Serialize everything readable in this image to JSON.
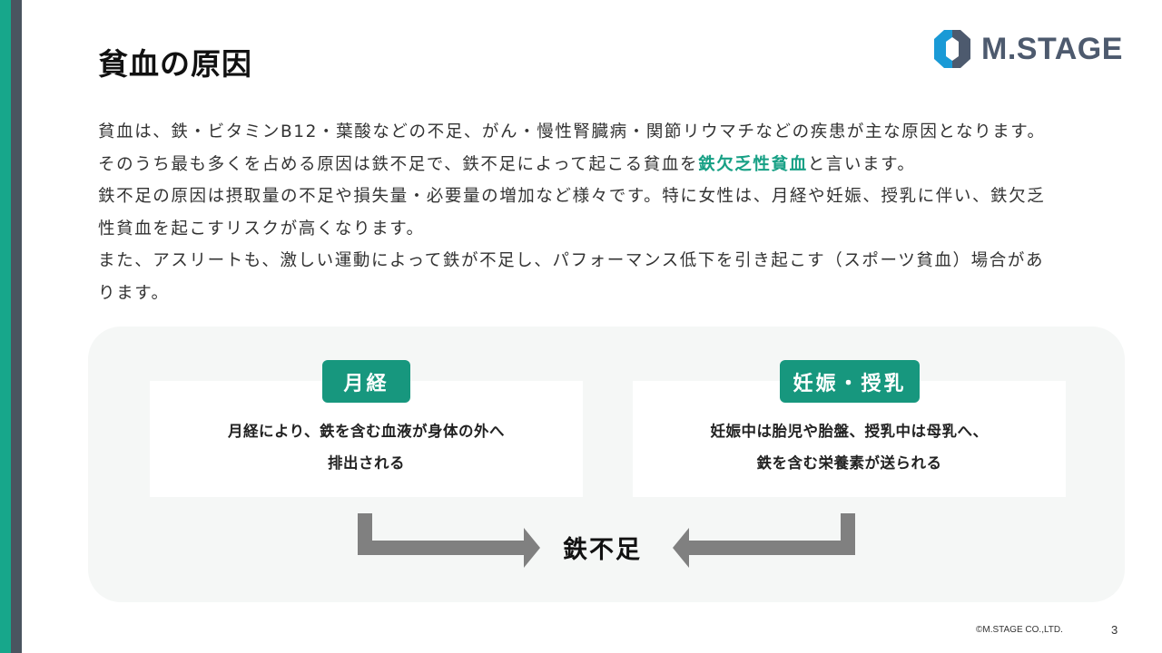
{
  "slide": {
    "title": "貧血の原因",
    "logo": {
      "text": "M.STAGE",
      "icon": "hexagon-logo-icon",
      "colors": {
        "blue": "#1a9ad6",
        "slate": "#4d5a6e"
      }
    },
    "body": {
      "lines": [
        "貧血は、鉄・ビタミンB12・葉酸などの不足、がん・慢性腎臓病・関節リウマチなどの疾患が主な原因となります。",
        {
          "before": "そのうち最も多くを占める原因は鉄不足で、鉄不足によって起こる貧血を",
          "highlight": "鉄欠乏性貧血",
          "after": "と言います。"
        },
        "鉄不足の原因は摂取量の不足や損失量・必要量の増加など様々です。特に女性は、月経や妊娠、授乳に伴い、鉄欠乏",
        "性貧血を起こすリスクが高くなります。",
        "また、アスリートも、激しい運動によって鉄が不足し、パフォーマンス低下を引き起こす（スポーツ貧血）場合があ",
        "ります。"
      ]
    },
    "diagram": {
      "cards": [
        {
          "badge": "月経",
          "lines": [
            "月経により、鉄を含む血液が身体の外へ",
            "排出される"
          ]
        },
        {
          "badge": "妊娠・授乳",
          "lines": [
            "妊娠中は胎児や胎盤、授乳中は母乳へ、",
            "鉄を含む栄養素が送られる"
          ]
        }
      ],
      "result": "鉄不足",
      "arrows": [
        "arrow-right-icon",
        "arrow-left-icon"
      ]
    },
    "footer": {
      "copyright": "©M.STAGE CO.,LTD.",
      "page_number": "3"
    },
    "colors": {
      "accent_teal": "#17a78b",
      "badge_teal": "#17977e",
      "highlight": "#17a085",
      "stripe_slate": "#4a5560",
      "arrow_gray": "#808080",
      "panel_bg": "#f5f7f6"
    }
  }
}
